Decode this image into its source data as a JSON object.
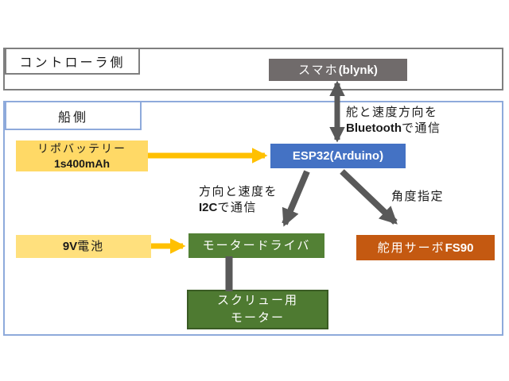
{
  "sections": {
    "controller": {
      "label": "コントローラ側"
    },
    "boat": {
      "label": "船側"
    }
  },
  "nodes": {
    "smartphone": {
      "label_jp": "スマホ",
      "label_latin": "(blynk)"
    },
    "esp32": {
      "label": "ESP32(Arduino)"
    },
    "lipo_battery": {
      "line1": "リポバッテリー",
      "line2": "1s400mAh"
    },
    "battery_9v": {
      "label_latin": "9V",
      "label_jp": "電池"
    },
    "motor_driver": {
      "label": "モータードライバ"
    },
    "rudder_servo": {
      "label_jp": "舵用サーボ",
      "label_latin": "FS90"
    },
    "screw_motor": {
      "line1": "スクリュー用",
      "line2": "モーター"
    }
  },
  "annotations": {
    "bluetooth": {
      "line1": "舵と速度方向を",
      "line2_latin": "Bluetooth",
      "line2_jp": "で通信"
    },
    "i2c": {
      "line1": "方向と速度を",
      "line2_latin": "I2C",
      "line2_jp": "で通信"
    },
    "angle": {
      "label": "角度指定"
    }
  },
  "colors": {
    "controller_border": "#7f7f7f",
    "boat_border": "#8eaadb",
    "smartphone_fill": "#706b6b",
    "esp32_fill": "#4472c4",
    "lipo_fill": "#ffd966",
    "battery_9v_fill": "#ffe07d",
    "green_fill": "#538135",
    "screw_fill": "#4e7a31",
    "servo_fill": "#c45911",
    "gray_arrow": "#595959",
    "power_arrow": "#ffc000"
  }
}
